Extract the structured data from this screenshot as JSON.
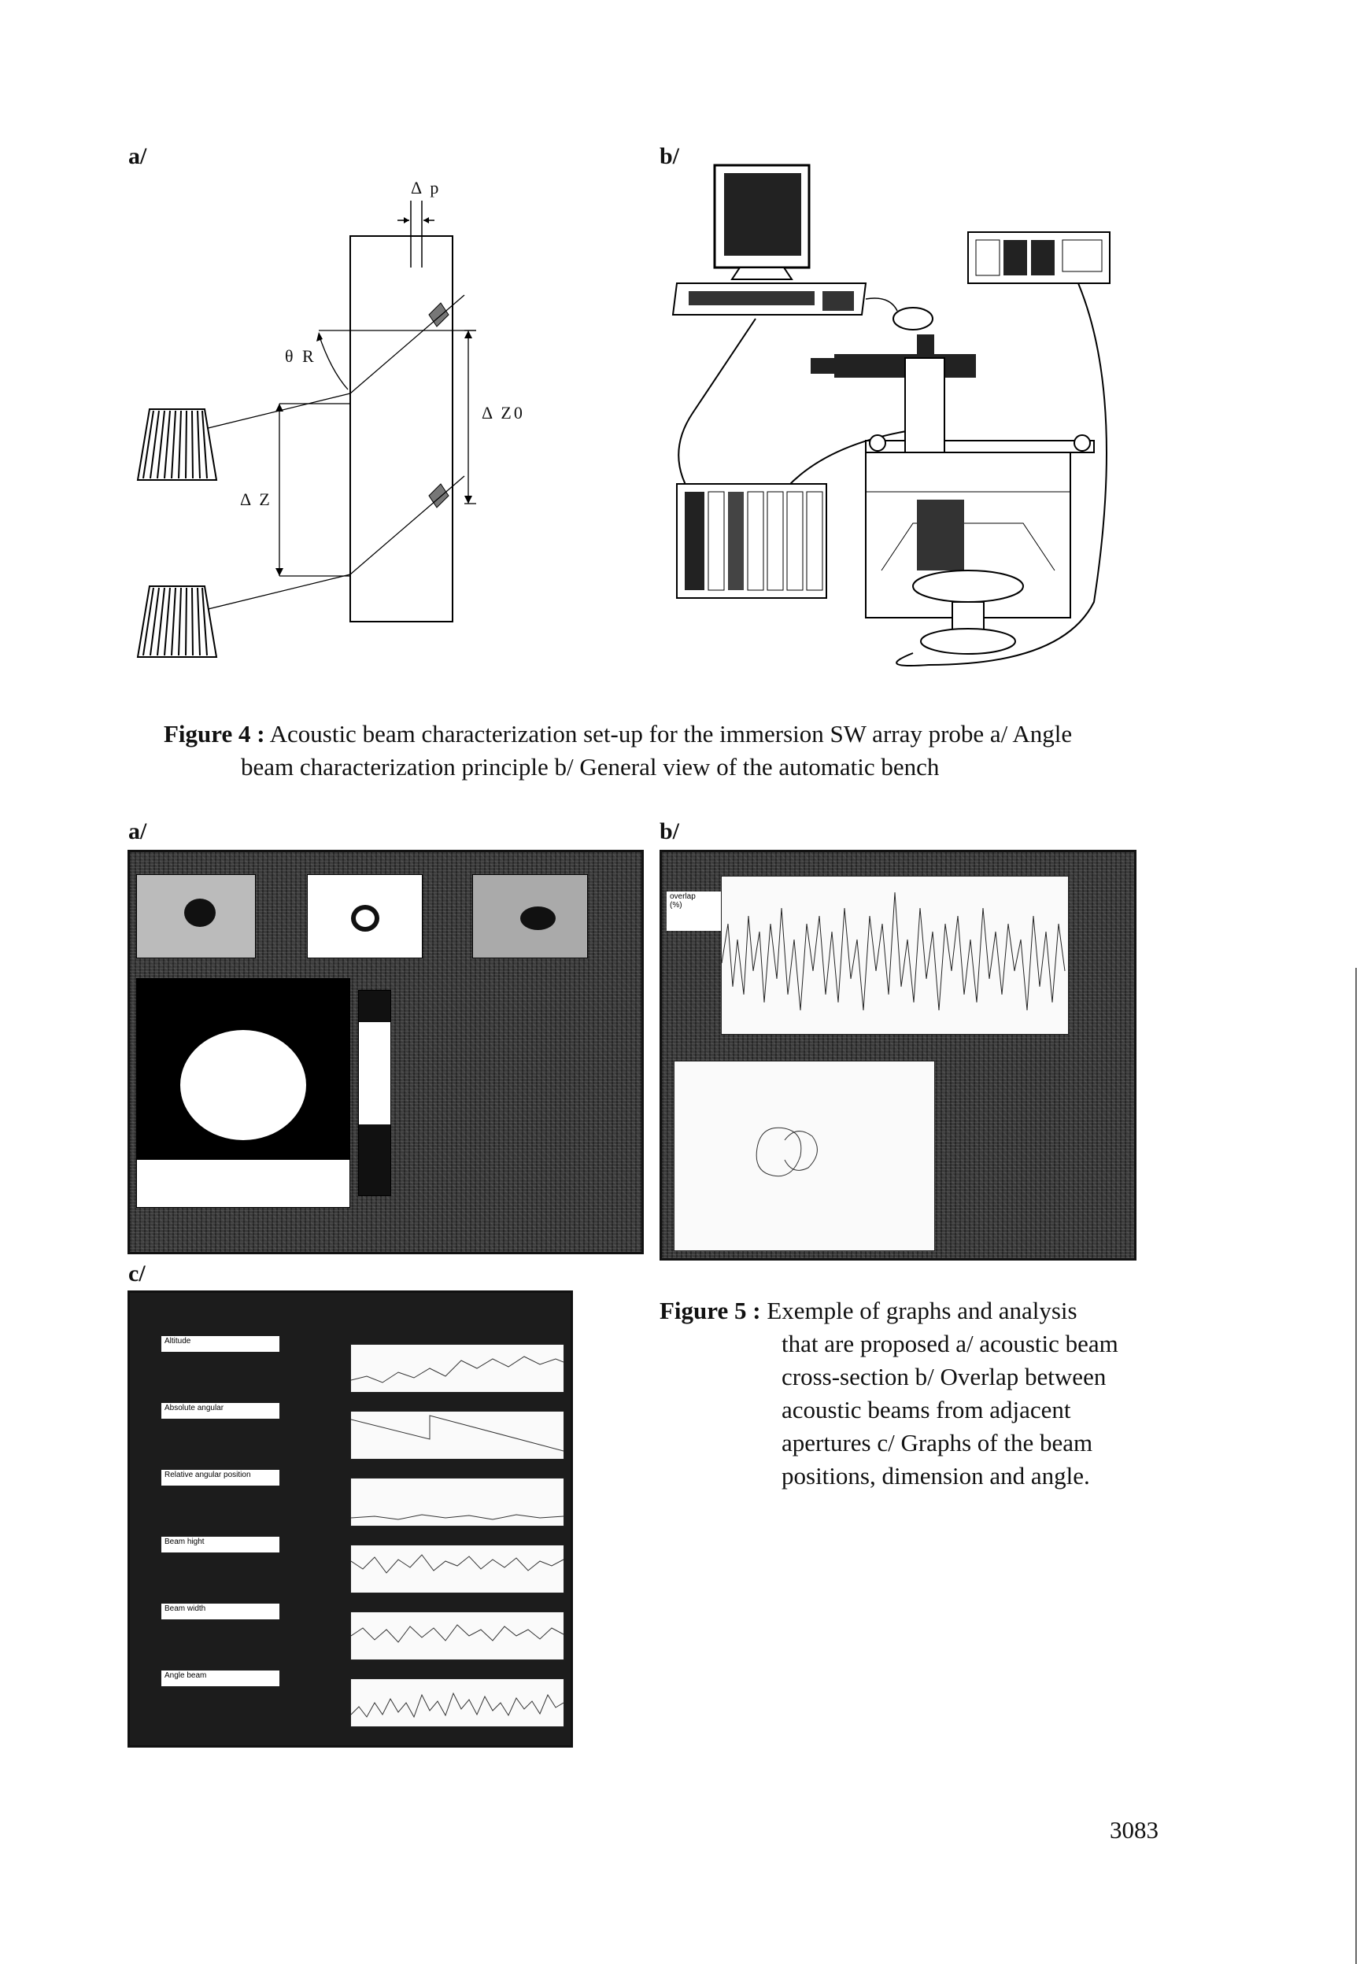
{
  "figure4": {
    "panel_a_label": "a/",
    "panel_b_label": "b/",
    "delta_p": "Δ p",
    "theta_r": "θ R",
    "delta_z0": "Δ Z0",
    "delta_z": "Δ Z",
    "caption_label": "Figure 4 :",
    "caption_line1": "Acoustic beam characterization set-up for the immersion SW array probe a/ Angle",
    "caption_line2": "beam characterization principle b/ General view of the automatic bench"
  },
  "figure5": {
    "panel_a_label": "a/",
    "panel_b_label": "b/",
    "panel_c_label": "c/",
    "overlap_label": "overlap",
    "overlap_unit": "(%)",
    "caption_label": "Figure 5 :",
    "caption_line1": "Exemple of graphs and analysis",
    "caption_line2": "that are proposed a/ acoustic beam",
    "caption_line3": "cross-section b/ Overlap between",
    "caption_line4": "acoustic beams from adjacent",
    "caption_line5": "apertures c/ Graphs of the beam",
    "caption_line6": "positions, dimension and angle.",
    "graph_labels": [
      "Altitude",
      "Absolute angular",
      "Relative angular position",
      "Beam hight",
      "Beam width",
      "Angle beam"
    ]
  },
  "page_number": "3083"
}
